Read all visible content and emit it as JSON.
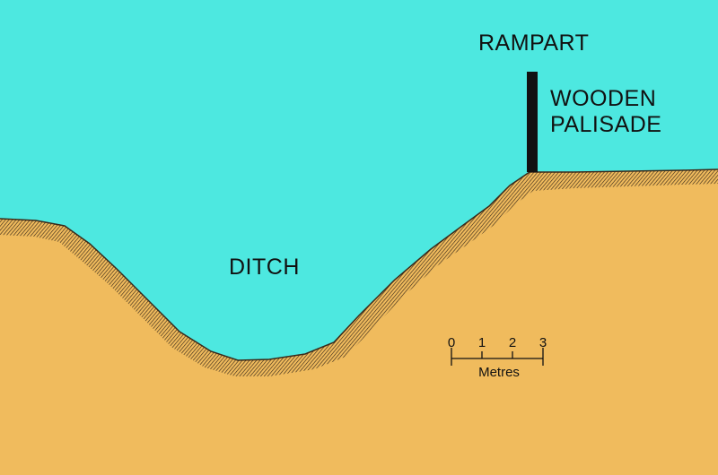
{
  "labels": {
    "rampart": "RAMPART",
    "palisade_line1": "WOODEN",
    "palisade_line2": "PALISADE",
    "ditch": "DITCH"
  },
  "scale_bar": {
    "ticks": [
      "0",
      "1",
      "2",
      "3"
    ],
    "unit": "Metres"
  },
  "colors": {
    "sky": "#4de8e0",
    "earth": "#f0bb5d",
    "hatch": "#3a2a1a",
    "post": "#111111"
  }
}
